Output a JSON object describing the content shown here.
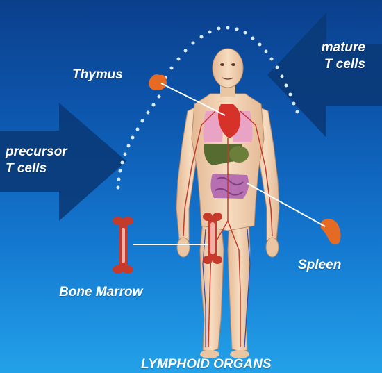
{
  "labels": {
    "thymus": "Thymus",
    "mature_line1": "mature",
    "mature_line2": "T cells",
    "precursor_line1": "precursor",
    "precursor_line2": "T cells",
    "spleen": "Spleen",
    "bone_marrow": "Bone Marrow",
    "footer": "LYMPHOID ORGANS"
  },
  "colors": {
    "background_top": "#0b3f8c",
    "background_bottom": "#23a1e8",
    "arrow": "#0a3a78",
    "dots": "#d9ecff",
    "skin": "#f3d3b2",
    "lungs": "#e9a3c4",
    "heart": "#d6322a",
    "liver": "#556b2f",
    "intestines": "#b66fb1",
    "bone": "#c63a2c",
    "spleen": "#e56a24",
    "thymus": "#e56a24",
    "pointer_line": "#ffffff"
  }
}
